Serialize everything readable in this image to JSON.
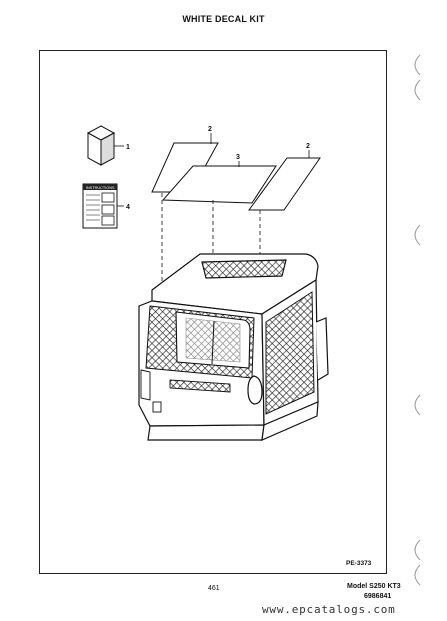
{
  "page": {
    "title": "WHITE DECAL KIT",
    "figure_ref": "PE-3373",
    "page_number": "461",
    "model": "Model S250 KT3",
    "part_number": "6986841",
    "watermark": "www.epcatalogs.com"
  },
  "callouts": [
    "1",
    "2",
    "3",
    "2",
    "4"
  ],
  "instruction_card": {
    "heading": "INSTRUCTIONS"
  }
}
